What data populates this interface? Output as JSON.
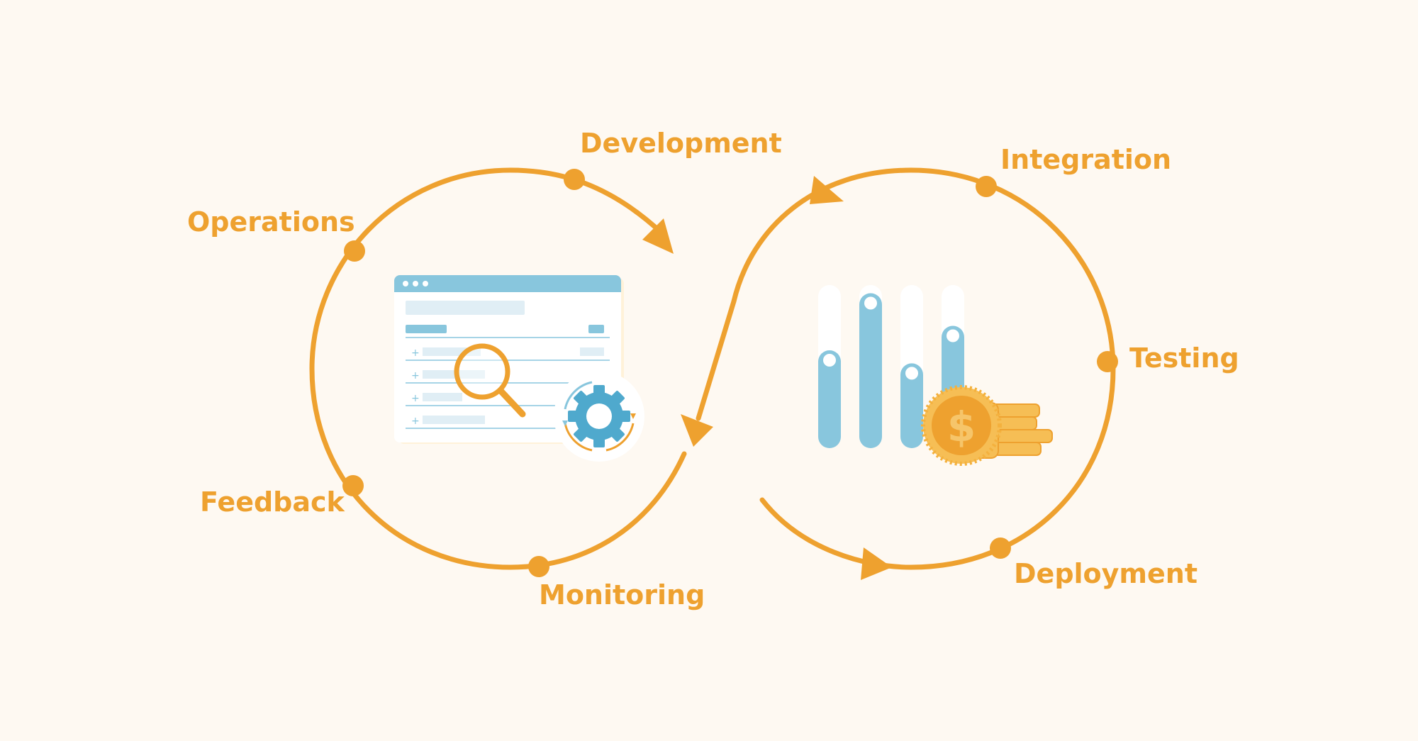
{
  "colors": {
    "background": "#FEF9F2",
    "accent": "#EEA12F",
    "blue": "#88C6DD",
    "blue_dark": "#4FA9CD",
    "blue_light": "#E0EEF5",
    "white": "#FFFFFF"
  },
  "stages": {
    "development": "Development",
    "operations": "Operations",
    "feedback": "Feedback",
    "monitoring": "Monitoring",
    "integration": "Integration",
    "testing": "Testing",
    "deployment": "Deployment"
  },
  "icons": {
    "left_illustration": "browser-window-icon",
    "search": "magnifier-icon",
    "settings": "gear-sync-icon",
    "right_illustration": "bar-chart-icon",
    "money": "dollar-coin-icon"
  },
  "chart_levels": [
    0.6,
    0.95,
    0.52,
    0.75
  ]
}
